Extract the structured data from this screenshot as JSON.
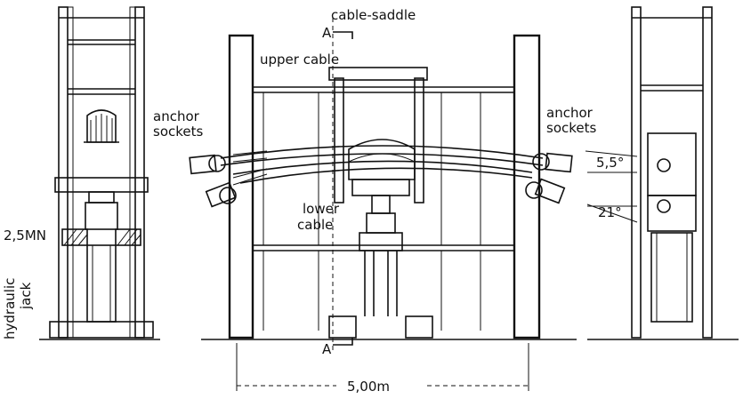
{
  "labels": {
    "cable_saddle": "cable-saddle",
    "section_mark_top": "A",
    "section_mark_bottom": "A",
    "upper_cable": "upper cable",
    "anchor_sockets_left_line1": "anchor",
    "anchor_sockets_left_line2": "sockets",
    "anchor_sockets_right_line1": "anchor",
    "anchor_sockets_right_line2": "sockets",
    "lower_cable_line1": "lower",
    "lower_cable_line2": "cable",
    "jack_force": "2,5MN",
    "hydraulic_jack_line1": "hydraulic",
    "hydraulic_jack_line2": "jack",
    "angle_upper": "5,5°",
    "angle_lower": "21°",
    "span_dimension": "5,00m"
  }
}
